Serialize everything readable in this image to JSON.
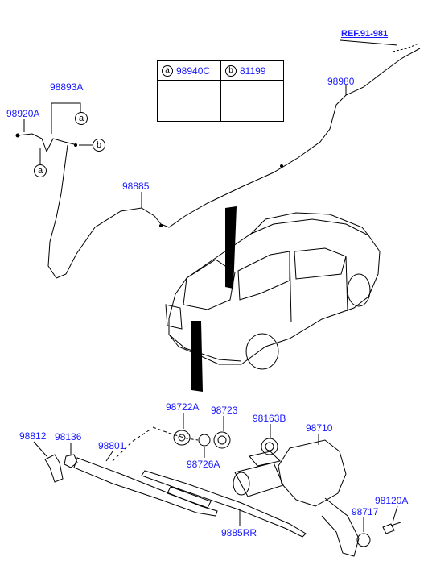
{
  "reference": "REF.91-981",
  "legend": {
    "a": {
      "letter": "a",
      "part": "98940C",
      "icon": "grommet-clip-icon"
    },
    "b": {
      "letter": "b",
      "part": "81199",
      "icon": "hose-clamp-icon"
    }
  },
  "callouts": {
    "a": "a",
    "b": "b"
  },
  "parts": {
    "p98893A": "98893A",
    "p98920A": "98920A",
    "p98980": "98980",
    "p98885": "98885",
    "p98722A": "98722A",
    "p98723": "98723",
    "p98163B": "98163B",
    "p98710": "98710",
    "p98812": "98812",
    "p98136": "98136",
    "p98801": "98801",
    "p98726A": "98726A",
    "p98120A": "98120A",
    "p98717": "98717",
    "p9885RR": "9885RR"
  },
  "colors": {
    "label": "#1a1aff",
    "line": "#000000"
  }
}
